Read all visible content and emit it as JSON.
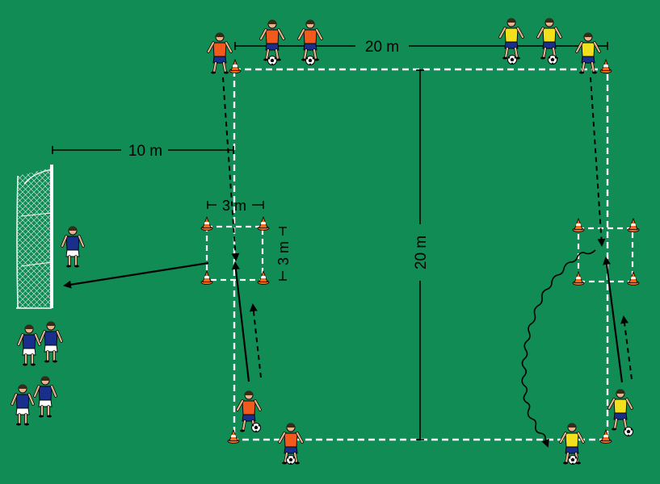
{
  "colors": {
    "pitch": "#118c55",
    "line": "#ffffff",
    "cone": "#f26b1d",
    "team_orange": "#f25a1d",
    "team_yellow": "#f2e01d",
    "team_blue": "#1a2f8c",
    "skin": "#e8b48c",
    "arrow": "#000000"
  },
  "labels": {
    "width_top": "20 m",
    "length_mid": "20 m",
    "goal_distance": "10 m",
    "square_width": "3 m",
    "square_height": "3 m"
  },
  "icons": {
    "player": "player-figure-icon",
    "ball": "soccer-ball-icon",
    "cone": "cone-icon",
    "goal": "goal-net-icon"
  }
}
